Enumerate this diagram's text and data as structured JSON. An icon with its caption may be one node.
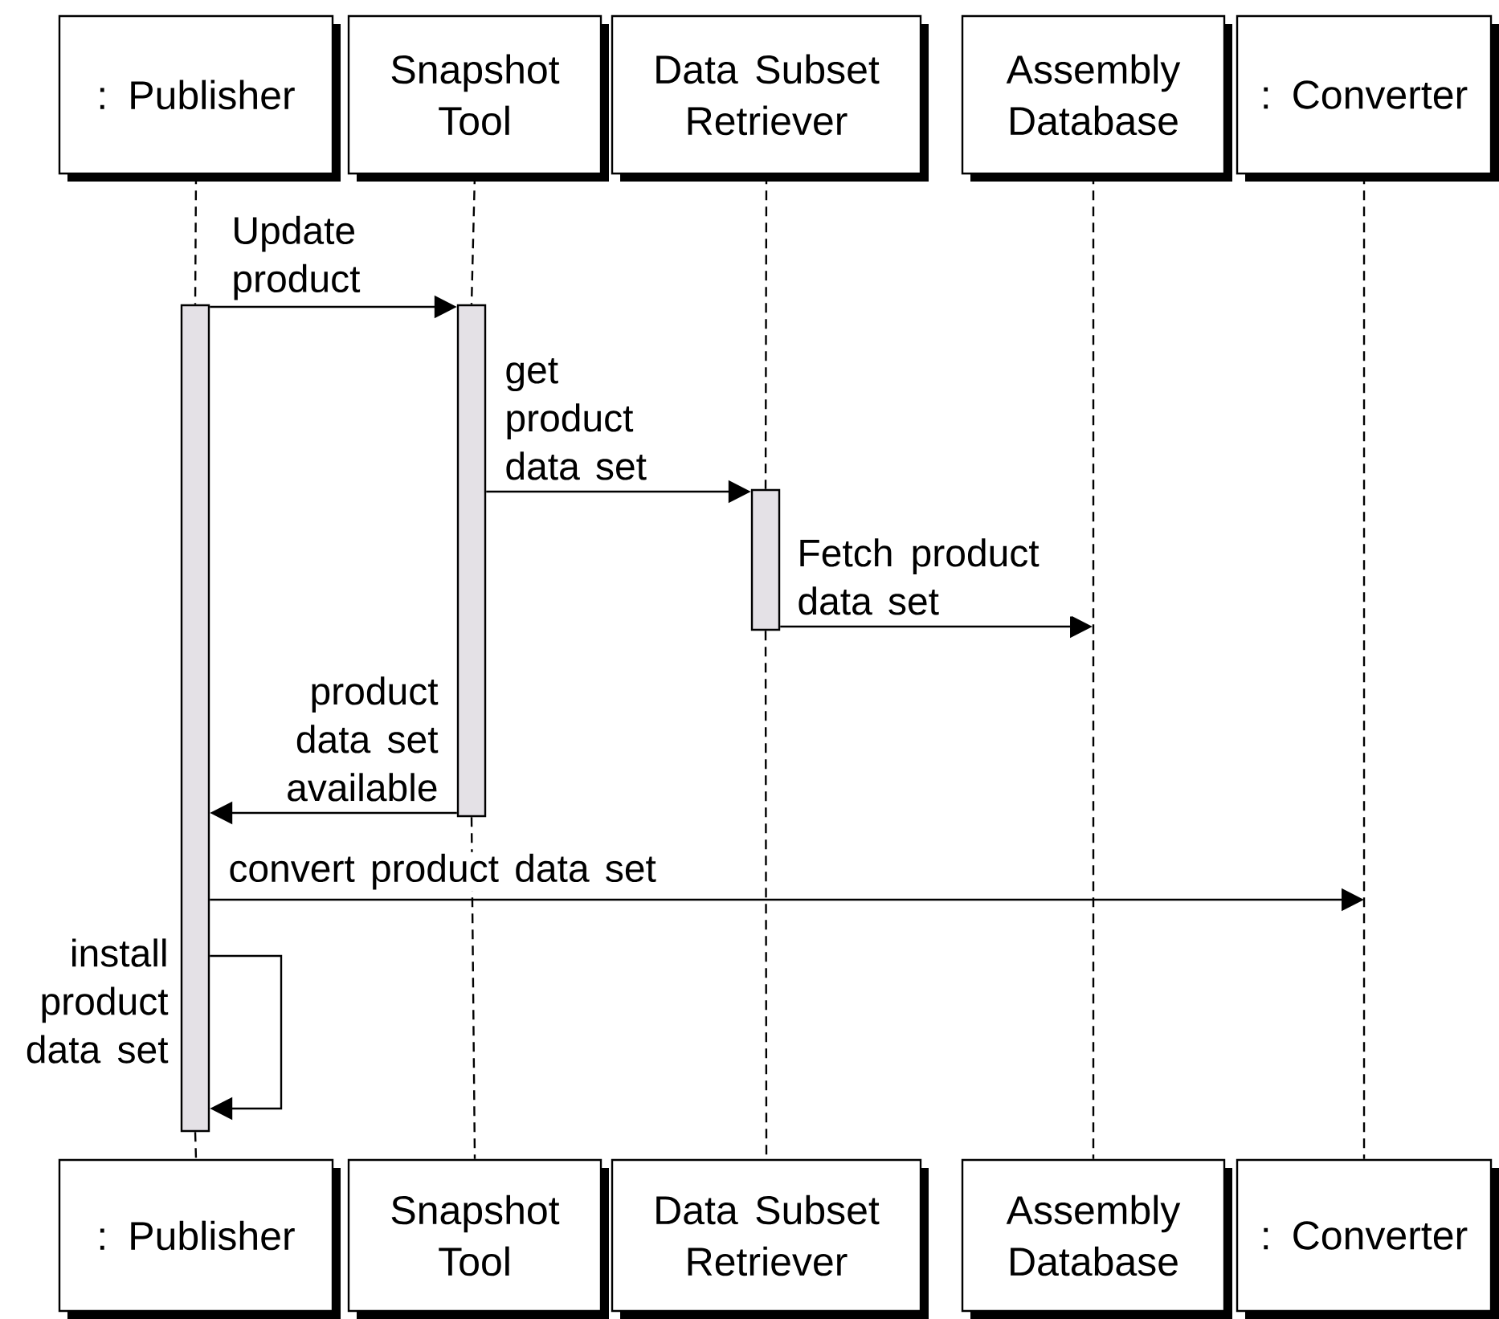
{
  "diagram": {
    "nodes": [
      {
        "text": [
          ": Publisher"
        ]
      },
      {
        "text": [
          "Snapshot Tool"
        ]
      },
      {
        "text": [
          "Data Subset Retriever"
        ]
      },
      {
        "text": [
          "Assembly Database"
        ]
      },
      {
        "text": [
          ": Converter"
        ]
      },
      {
        "text": [],
        "shape": "bar"
      },
      {
        "text": [],
        "shape": "bar"
      },
      {
        "text": [],
        "shape": "bar"
      },
      {
        "text": [
          ": Publisher"
        ]
      },
      {
        "text": [
          "Snapshot Tool"
        ]
      },
      {
        "text": [
          "Data Subset Retriever"
        ]
      },
      {
        "text": [
          "Assembly Database"
        ]
      },
      {
        "text": [
          ": Converter"
        ]
      }
    ],
    "edges": [
      {
        "from": 5,
        "to": 6,
        "arrow": "to",
        "label": "Update product"
      },
      {
        "from": 6,
        "to": 7,
        "arrow": "to",
        "label": "get product data set"
      },
      {
        "from": 7,
        "to": null,
        "arrow": "to",
        "label": "Fetch product data set"
      },
      {
        "from": 6,
        "to": 5,
        "arrow": "to",
        "label": "product data set available"
      },
      {
        "from": 5,
        "to": null,
        "arrow": "to",
        "label": "convert product data set"
      },
      {
        "from": 5,
        "to": 5,
        "arrow": "to",
        "label": "install product data set"
      },
      {
        "from": 0,
        "to": 5,
        "arrow": "none",
        "style": "dashed"
      },
      {
        "from": 5,
        "to": 8,
        "arrow": "none",
        "style": "dashed"
      },
      {
        "from": 1,
        "to": 6,
        "arrow": "none",
        "style": "dashed"
      },
      {
        "from": 6,
        "to": 9,
        "arrow": "none",
        "style": "dashed"
      },
      {
        "from": 2,
        "to": 7,
        "arrow": "none",
        "style": "dashed"
      },
      {
        "from": 7,
        "to": 10,
        "arrow": "none",
        "style": "dashed"
      },
      {
        "from": 3,
        "to": 11,
        "arrow": "none",
        "style": "dashed"
      },
      {
        "from": 4,
        "to": 12,
        "arrow": "none",
        "style": "dashed"
      }
    ]
  }
}
